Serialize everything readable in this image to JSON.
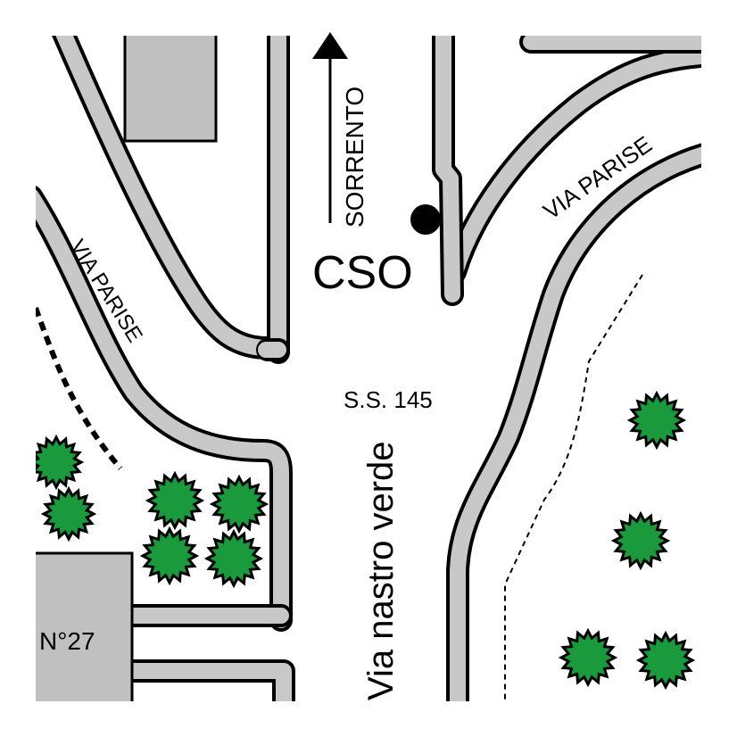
{
  "map": {
    "labels": {
      "destination": "SORRENTO",
      "stop": "CSO",
      "street_upper_right": "VIA PARISE",
      "street_upper_left": "VIA PARISE",
      "highway": "S.S. 145",
      "main_road": "Via nastro verde",
      "house_number": "N°27"
    },
    "colors": {
      "background": "#ffffff",
      "road": "#c8c8c8",
      "road_edge": "#000000",
      "building": "#c0c0c0",
      "tree": "#1a9a3c",
      "marker": "#000000"
    },
    "icons": {
      "direction_arrow": "arrow-up-icon",
      "stop_marker": "dot-marker-icon",
      "tree": "tree-icon"
    }
  }
}
